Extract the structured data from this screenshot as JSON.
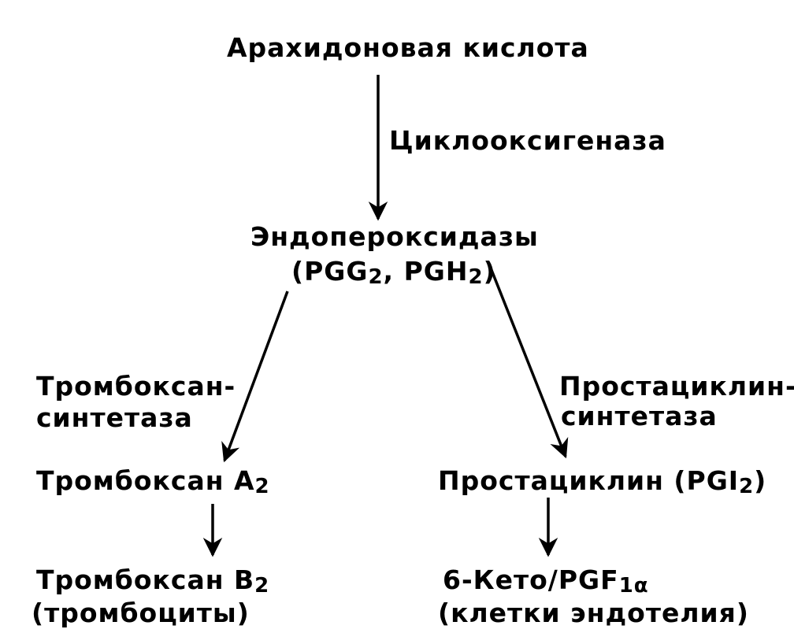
{
  "nodes": {
    "arachidonic": "Арахидоновая кислота",
    "endoperoxides_line1": "Эндопероксидазы",
    "endoperoxides_line2": {
      "pre": "(PGG",
      "sub1": "2",
      "mid": ", PGH",
      "sub2": "2",
      "post": ")"
    },
    "thromboxane_a2": {
      "text": "Тромбоксан A",
      "sub": "2"
    },
    "thromboxane_b2": {
      "text": "Тромбоксан B",
      "sub": "2"
    },
    "thrombocytes": "(тромбоциты)",
    "prostacyclin": {
      "text": "Простациклин (PGI",
      "sub": "2",
      "post": ")"
    },
    "keto": {
      "text": "6-Кето/PGF",
      "sub": "1α"
    },
    "endothelium": "(клетки эндотелия)"
  },
  "enzymes": {
    "cyclooxygenase": "Циклооксигеназа",
    "thromboxane_synthase_line1": "Тромбоксан-",
    "thromboxane_synthase_line2": "синтетаза",
    "prostacyclin_synthase_line1": "Простациклин-",
    "prostacyclin_synthase_line2": "синтетаза"
  },
  "colors": {
    "ink": "#000000",
    "background": "#ffffff"
  }
}
